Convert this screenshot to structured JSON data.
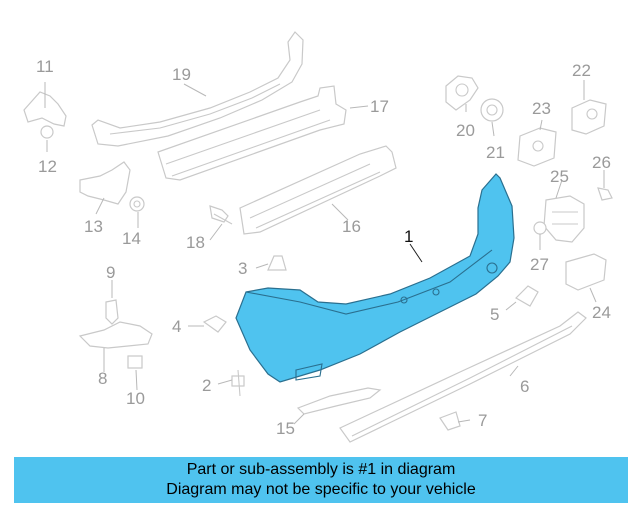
{
  "highlight_color": "#4fc3ef",
  "callouts": {
    "c1": "1",
    "c2": "2",
    "c3": "3",
    "c4": "4",
    "c5": "5",
    "c6": "6",
    "c7": "7",
    "c8": "8",
    "c9": "9",
    "c10": "10",
    "c11": "11",
    "c12": "12",
    "c13": "13",
    "c14": "14",
    "c15": "15",
    "c16": "16",
    "c17": "17",
    "c18": "18",
    "c19": "19",
    "c20": "20",
    "c21": "21",
    "c22": "22",
    "c23": "23",
    "c24": "24",
    "c25": "25",
    "c26": "26",
    "c27": "27"
  },
  "banner": {
    "line1": "Part or sub-assembly is #1 in diagram",
    "line2": "Diagram may not be specific to your vehicle"
  }
}
